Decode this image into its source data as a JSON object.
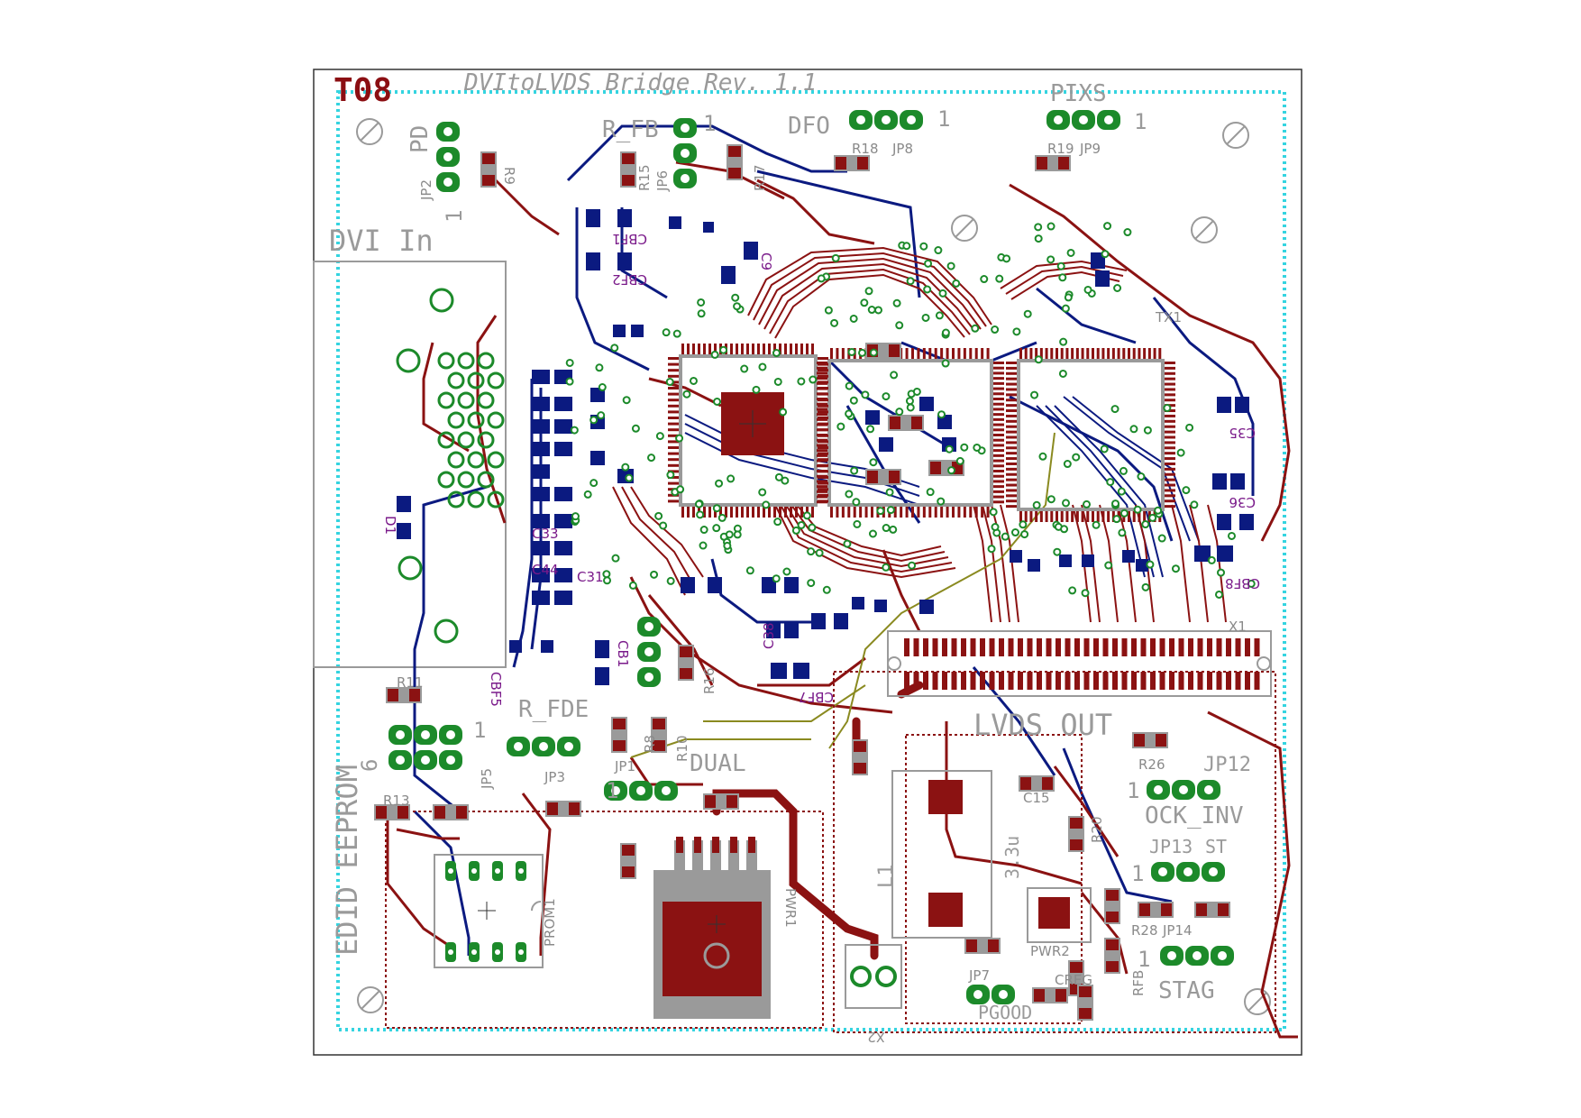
{
  "board": {
    "layer_label": "T08",
    "title": "DVItoLVDS Bridge Rev. 1.1",
    "colors": {
      "background": "#ffffff",
      "outline": "#333333",
      "top_copper": "#8b1212",
      "bottom_copper": "#0b1a80",
      "pad": "#1c8a2a",
      "silk": "#9a9a9a",
      "keepout": "#35d4e0",
      "value_text": "#7a1a8a",
      "misc_trace": "#8a8a20"
    }
  },
  "sections": {
    "dvi_in": "DVI In",
    "lvds_out": "LVDS OUT",
    "edid_eeprom": "EDID EEPROM"
  },
  "jumpers": {
    "pd": "PD",
    "r_fb": "R_FB",
    "dfo": "DFO",
    "pixs": "PIXS",
    "r_fde": "R_FDE",
    "dual": "DUAL",
    "ock_inv": "OCK_INV",
    "st": "ST",
    "stag": "STAG",
    "pin1": "1",
    "pin6": "6"
  },
  "designators": {
    "jp2": "JP2",
    "jp5": "JP5",
    "jp6": "JP6",
    "jp8": "JP8",
    "jp9": "JP9",
    "jp1": "JP1",
    "jp3": "JP3",
    "jp7": "JP7",
    "jp12": "JP12",
    "jp13": "JP13",
    "jp14": "JP14",
    "r9": "R9",
    "r15": "R15",
    "r17": "R17",
    "r18": "R18",
    "r19": "R19",
    "r11": "R11",
    "r13": "R13",
    "r16": "R16",
    "r8": "R8",
    "r10": "R10",
    "r20": "R20",
    "r26": "R26",
    "r28": "R28",
    "rfb": "RFB",
    "c15": "C15",
    "c31": "C31",
    "c38": "C38",
    "c44": "C44",
    "c33": "C33",
    "c9": "C9",
    "c_35": "C35",
    "c36": "C36",
    "cbf1": "CBF1",
    "cbf2": "CBF2",
    "cbf5": "CBF5",
    "cbf7": "CBF7",
    "cbf8": "CBF8",
    "cbf": "CB1",
    "x1": "X1",
    "x2": "X2",
    "l1": "L1",
    "pwr1": "PWR1",
    "pwr2": "PWR2",
    "prom1": "PROM1",
    "creg": "CREG",
    "pgood": "PGOOD",
    "l3": "3.3u",
    "tx1": "TX1",
    "d1": "D1"
  }
}
